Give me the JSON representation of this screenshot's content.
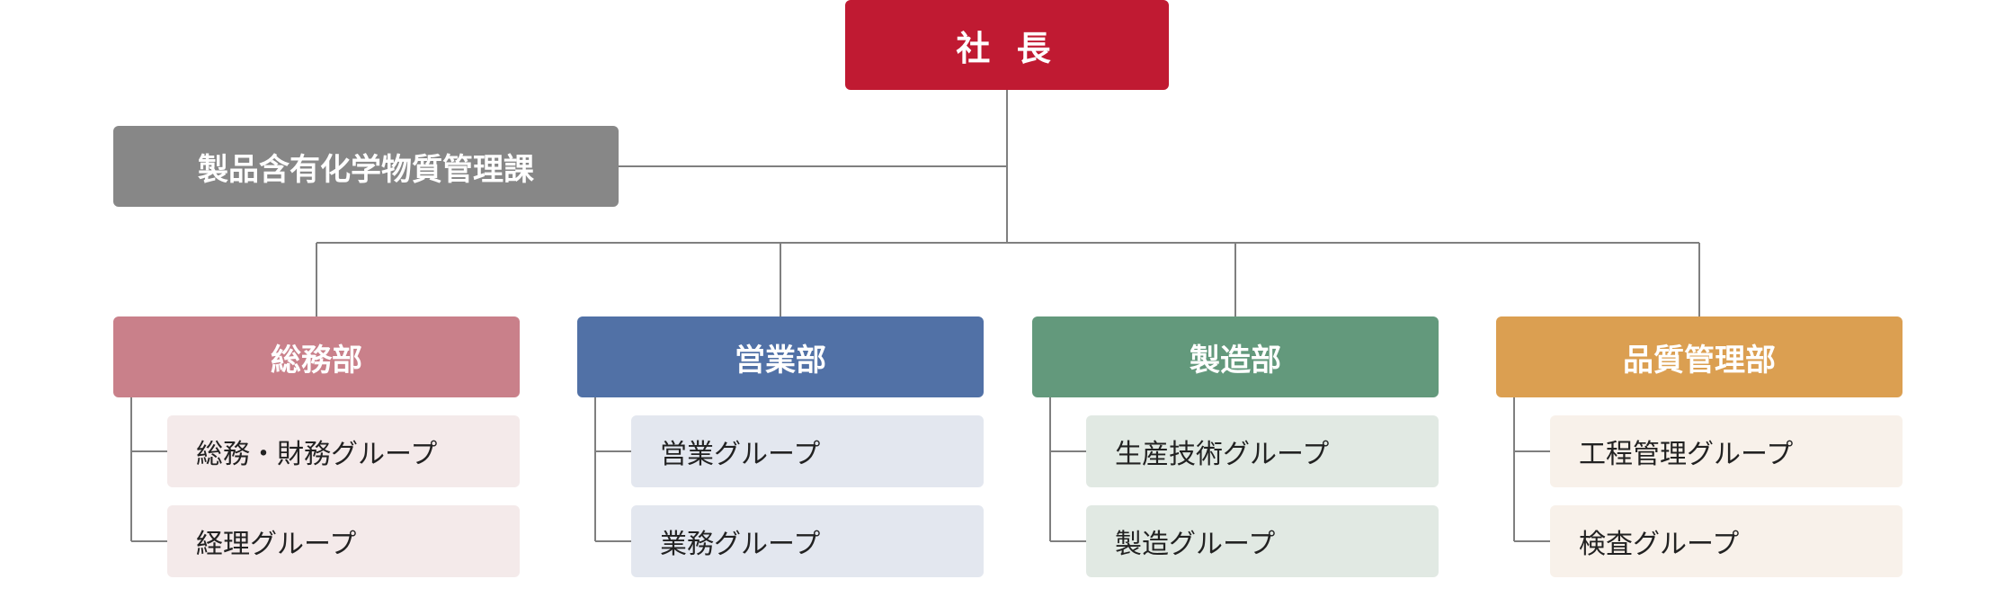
{
  "org_chart": {
    "president": {
      "label": "社 長",
      "color": "#c01a32"
    },
    "side_unit": {
      "label": "製品含有化学物質管理課",
      "color": "#878787"
    },
    "departments": [
      {
        "label": "総務部",
        "color": "#c9808a",
        "group_color": "#f4eaea",
        "groups": [
          "総務・財務グループ",
          "経理グループ"
        ]
      },
      {
        "label": "営業部",
        "color": "#5171a6",
        "group_color": "#e3e7ef",
        "groups": [
          "営業グループ",
          "業務グループ"
        ]
      },
      {
        "label": "製造部",
        "color": "#63997c",
        "group_color": "#e1e9e3",
        "groups": [
          "生産技術グループ",
          "製造グループ"
        ]
      },
      {
        "label": "品質管理部",
        "color": "#db9f51",
        "group_color": "#f8f1ea",
        "groups": [
          "工程管理グループ",
          "検査グループ"
        ]
      }
    ],
    "line_color": "#7f7f7f"
  }
}
